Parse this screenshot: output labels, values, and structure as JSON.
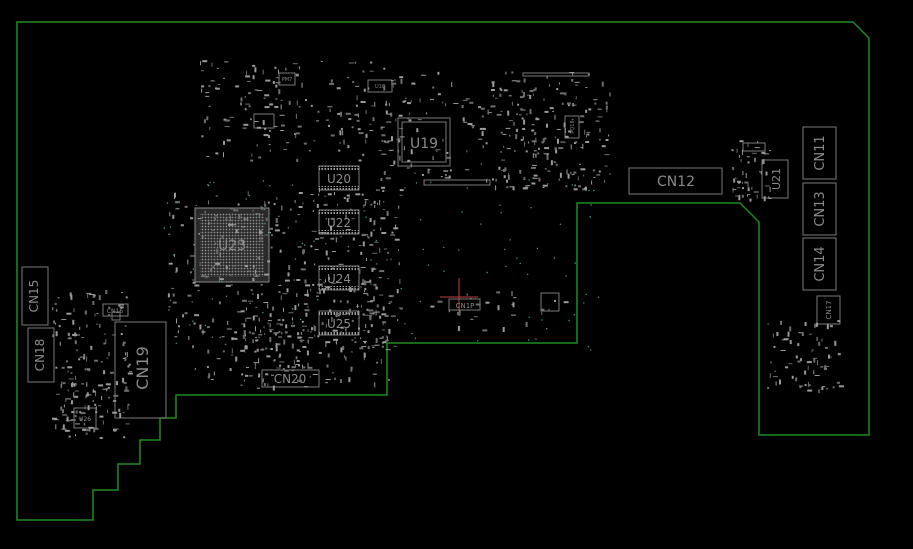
{
  "board": {
    "outline_color": "#1f8a1f",
    "silk_color": "#8a8a8a",
    "background": "#000000"
  },
  "components": {
    "u19": "U19",
    "u23": "U23",
    "u20": "U20",
    "u22": "U22",
    "u24": "U24",
    "u25": "U25",
    "u21": "U21",
    "u26": "U26",
    "cn11": "CN11",
    "cn12": "CN12",
    "cn13": "CN13",
    "cn14": "CN14",
    "cn15": "CN15",
    "cn16": "CN16",
    "cn17": "CN17",
    "cn18": "CN18",
    "cn19": "CN19",
    "cn20": "CN20",
    "cn1p": "CN1P",
    "pm7": "PM7",
    "u18": "U18",
    "pq18": "PQ18"
  }
}
